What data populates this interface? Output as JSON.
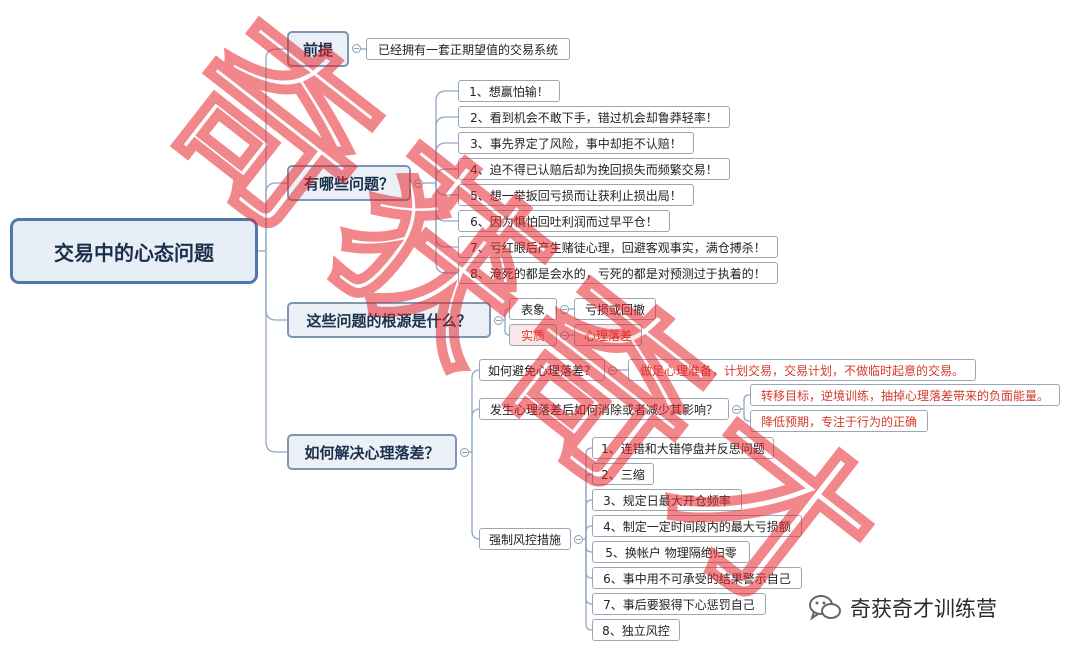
{
  "mindmap": {
    "root": "交易中的心态问题",
    "premise": {
      "title": "前提",
      "detail": "已经拥有一套正期望值的交易系统"
    },
    "problems": {
      "title": "有哪些问题？",
      "items": [
        "1、想赢怕输！",
        "2、看到机会不敢下手，错过机会却鲁莽轻率！",
        "3、事先界定了风险，事中却拒不认赔！",
        "4、迫不得已认赔后却为挽回损失而频繁交易！",
        "5、想一举扳回亏损而让获利止损出局！",
        "6、因为惧怕回吐利润而过早平仓！",
        "7、亏红眼后产生赌徒心理，回避客观事实，满仓搏杀！",
        "8、淹死的都是会水的，亏死的都是对预测过于执着的！"
      ]
    },
    "root_cause": {
      "title": "这些问题的根源是什么？",
      "appearance_label": "表象",
      "appearance_value": "亏损或回撤",
      "essence_label": "实质",
      "essence_value": "心理落差"
    },
    "solution": {
      "title": "如何解决心理落差？",
      "avoid": {
        "question": "如何避免心理落差？",
        "answer": "做足心理准备，计划交易，交易计划，不做临时起意的交易。"
      },
      "reduce": {
        "question": "发生心理落差后如何消除或者减少其影响？",
        "answers": [
          "转移目标，逆境训练，抽掉心理落差带来的负面能量。",
          "降低预期，专注于行为的正确"
        ]
      },
      "risk": {
        "title": "强制风控措施",
        "items": [
          "1、连错和大错停盘并反思问题",
          "2、三缩",
          "3、规定日最大开仓频率",
          "4、制定一定时间段内的最大亏损额",
          "5、换帐户 物理隔绝归零",
          "6、事中用不可承受的结果警示自己",
          "7、事后要狠得下心惩罚自己",
          "8、独立风控"
        ]
      }
    }
  },
  "watermark": {
    "text": "奇获奇才",
    "color": "#e8262e"
  },
  "brand": {
    "name": "奇获奇才训练营",
    "icon": "wechat-icon"
  },
  "colors": {
    "root_border": "#4f78a8",
    "connector": "#8fa8c4",
    "highlight": "#d33a2c"
  }
}
